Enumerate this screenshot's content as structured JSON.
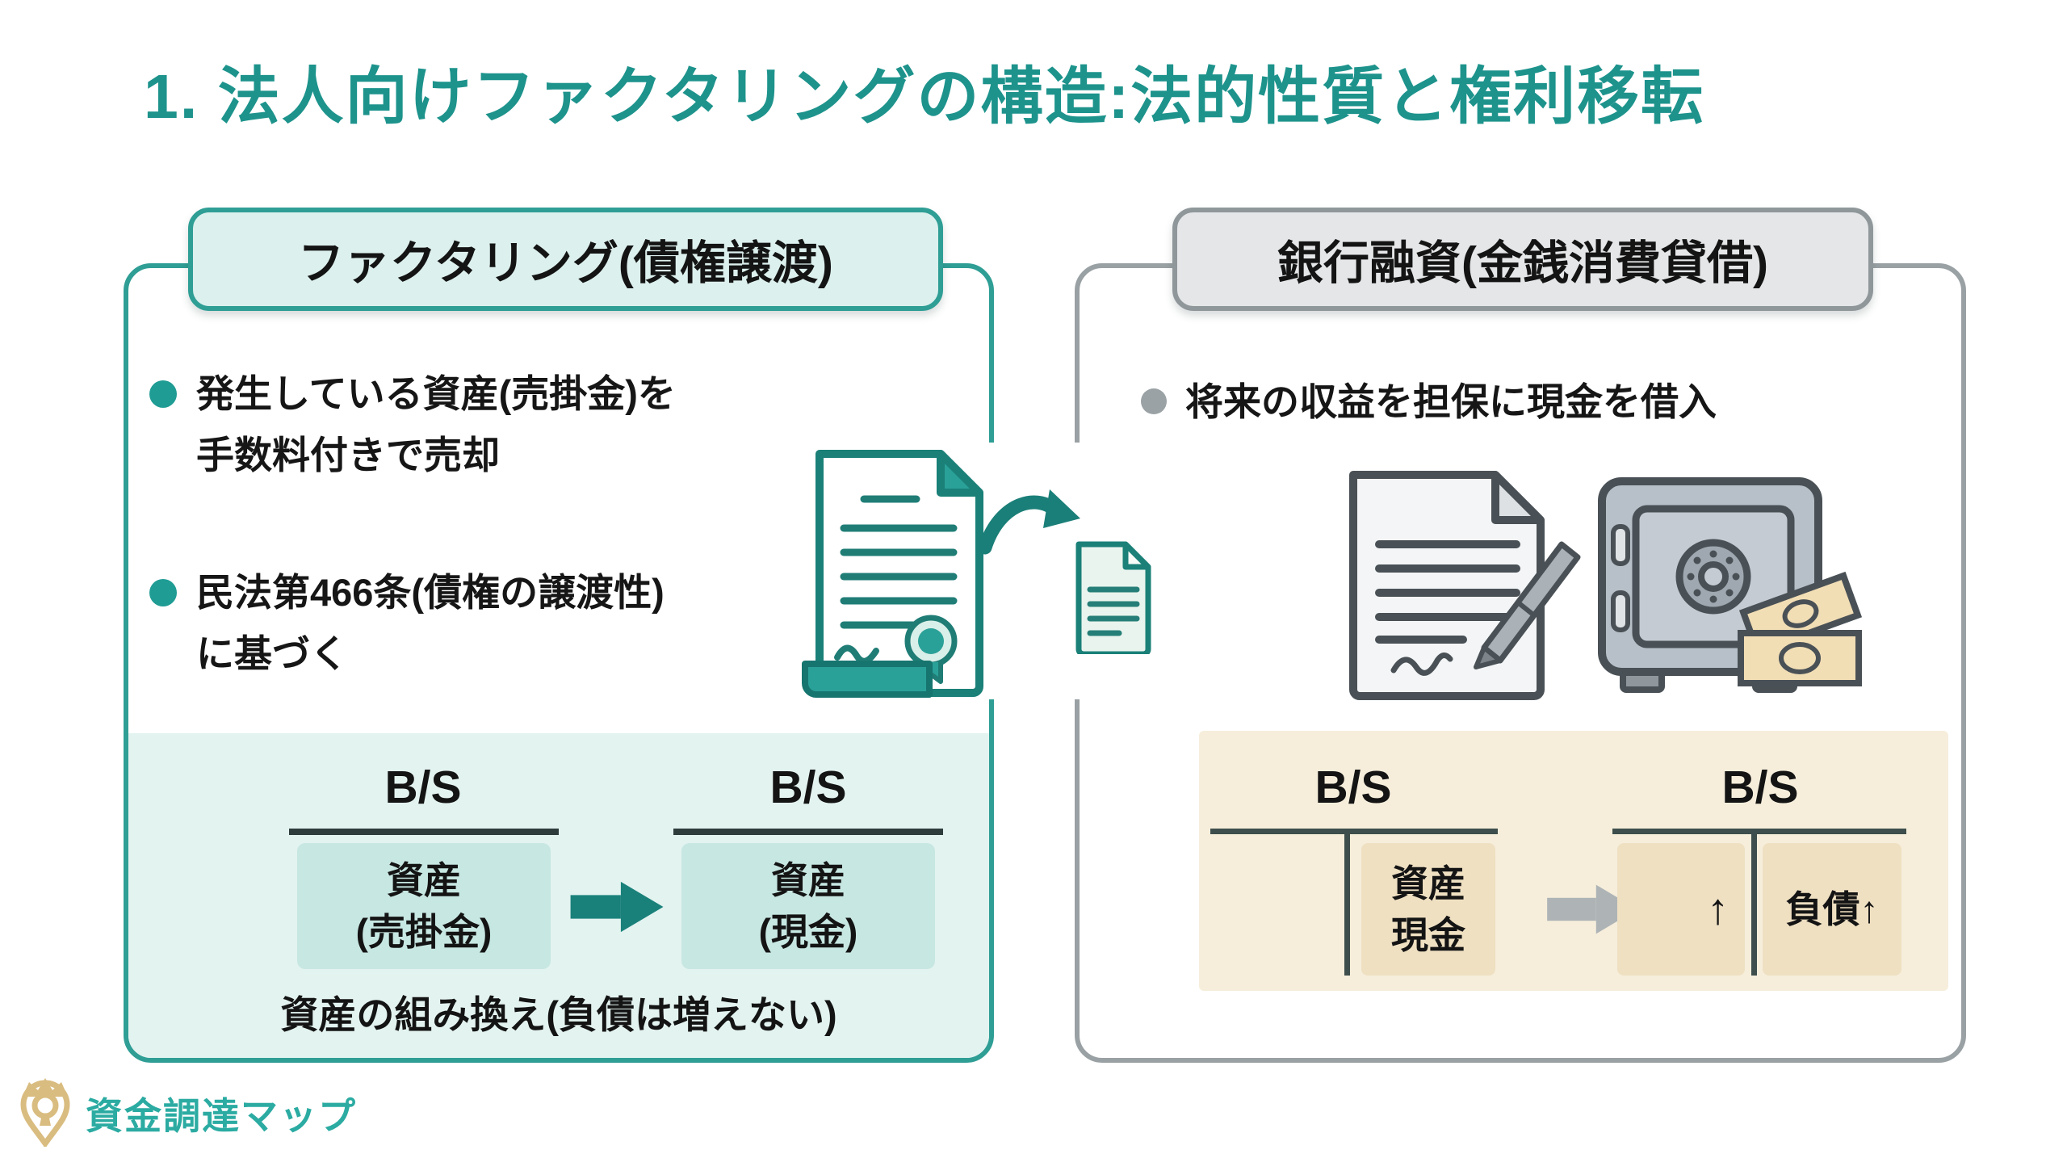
{
  "title": "1. 法人向けファクタリングの構造:法的性質と権利移転",
  "factoring": {
    "header": "ファクタリング(債権譲渡)",
    "bullet1": "発生している資産(売掛金)を\n手数料付きで売却",
    "bullet2": "民法第466条(債権の譲渡性)\nに基づく",
    "bs_before_label": "B/S",
    "bs_before_box": "資産\n(売掛金)",
    "bs_after_label": "B/S",
    "bs_after_box": "資産\n(現金)",
    "caption": "資産の組み換え(負債は増えない)"
  },
  "bank": {
    "header": "銀行融資(金銭消費貸借)",
    "bullet1": "将来の収益を担保に現金を借入",
    "bs_before_label": "B/S",
    "bs_before_box": "資産\n現金",
    "bs_after_label": "B/S",
    "bs_after_cell_left": "↑",
    "bs_after_cell_right": "負債↑"
  },
  "logo": {
    "text": "資金調達マップ"
  },
  "colors": {
    "title_teal": "#1d938c",
    "teal_border": "#2f9e95",
    "teal_dark": "#1a7f78",
    "mint_pill": "#dcf0ed",
    "mint_section": "#e3f3f0",
    "mint_box": "#c7e7e2",
    "gray_border": "#9aa1a4",
    "gray_pill": "#e4e6e7",
    "gray_arrow": "#aeb4b6",
    "beige_section": "#f6eedb",
    "beige_box": "#efe0c2",
    "logo_gold": "#d9bc80",
    "logo_teal": "#2baba2"
  }
}
